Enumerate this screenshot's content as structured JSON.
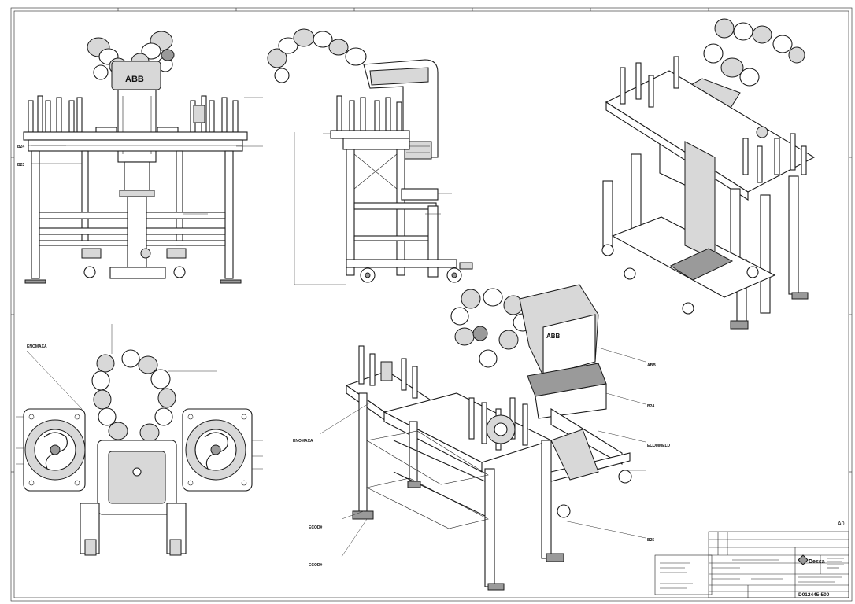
{
  "drawing": {
    "sheet_size": "A0",
    "drawing_number": "D012445-500",
    "company": "Dessa",
    "brand": "ABB"
  },
  "callouts": {
    "front_top": "B24",
    "front_bottom": "B23",
    "top_view_ref": "ENOMAXA",
    "iso_left": "ENOMAXA",
    "iso_brand": "ABB",
    "iso_right_1": "B24",
    "iso_right_2": "ECOMMELD",
    "iso_bottom_left_1": "ECOD#",
    "iso_bottom_left_2": "ECOD#",
    "iso_bottom_right": "B25"
  },
  "colors": {
    "line": "#1a1a1a",
    "light_fill": "#d8d8d8",
    "dark_fill": "#9a9a9a"
  }
}
